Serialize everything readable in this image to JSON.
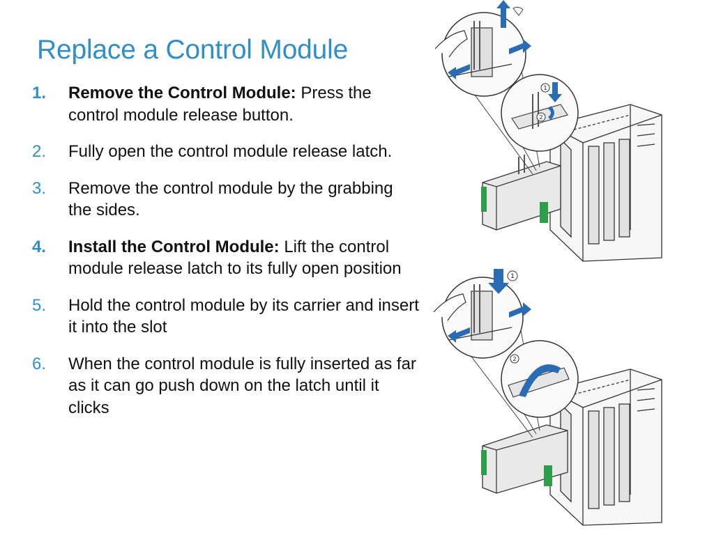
{
  "title": "Replace a Control Module",
  "steps": [
    {
      "number": "1.",
      "bold": "Remove the Control Module:",
      "text": " Press the control module release button."
    },
    {
      "number": "2.",
      "bold": "",
      "text": "Fully open the control module release latch."
    },
    {
      "number": "3.",
      "bold": "",
      "text": "Remove the control module by the grabbing the sides."
    },
    {
      "number": "4.",
      "bold": "Install the Control Module:",
      "text": " Lift the control module release latch to its fully open position"
    },
    {
      "number": "5.",
      "bold": "",
      "text": "Hold the control module by its carrier and insert it into the slot"
    },
    {
      "number": "6.",
      "bold": "",
      "text": "When the control module is fully inserted as far as it can go push down on the latch until it clicks"
    }
  ],
  "figures": {
    "removal": {
      "callouts": [
        "1",
        "2"
      ]
    },
    "install": {
      "callouts": [
        "1",
        "2"
      ]
    }
  },
  "colors": {
    "accent": "#2e8fc9",
    "arrow": "#2a6cb4",
    "text": "#111111"
  }
}
